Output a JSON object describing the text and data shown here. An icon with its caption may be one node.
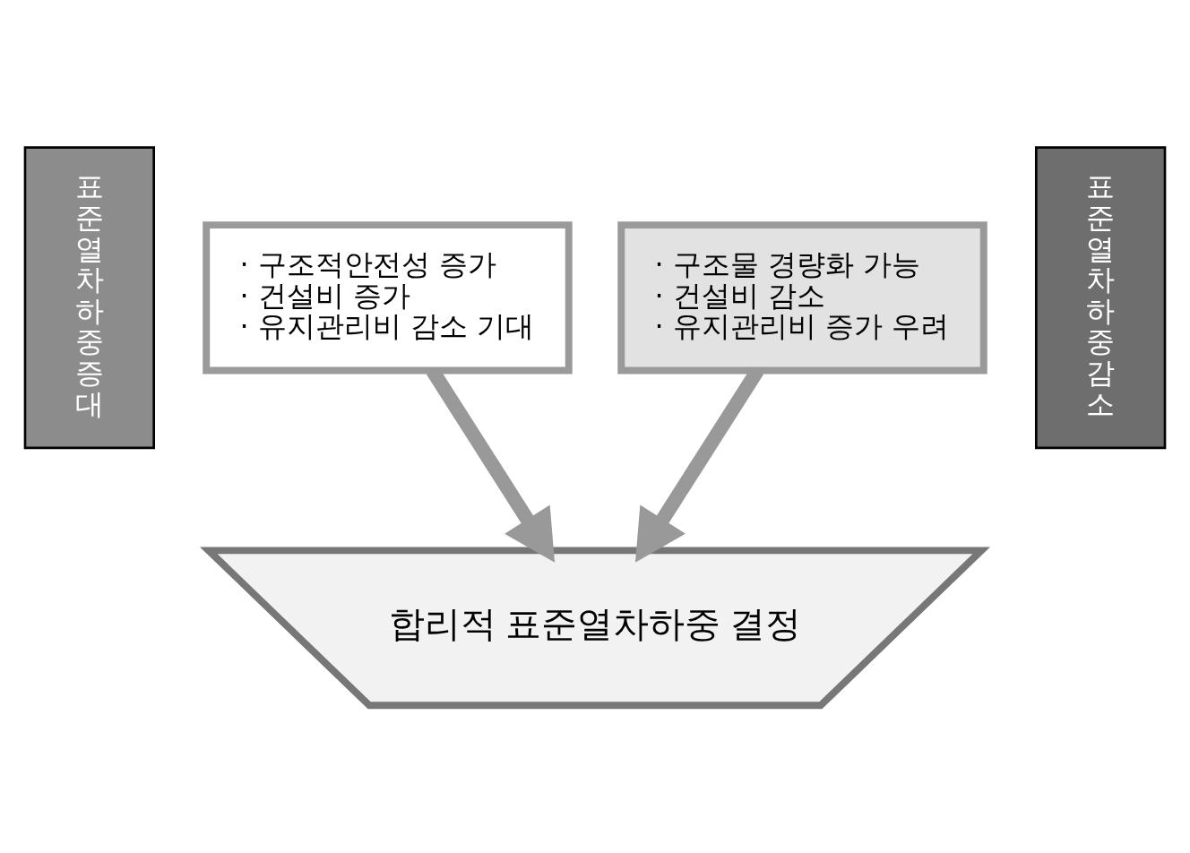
{
  "diagram": {
    "nodes": [
      {
        "text": [
          "표준열차하중증대"
        ]
      },
      {
        "text": [
          "· 구조적안전성 증가",
          "· 건설비 증가",
          "· 유지관리비 감소 기대"
        ]
      },
      {
        "text": [
          "· 구조물 경량화 가능",
          "· 건설비 감소",
          "· 유지관리비 증가 우려"
        ]
      },
      {
        "text": [
          "표준열차하중감소"
        ]
      },
      {
        "text": [
          "합리적 표준열차하중 결정"
        ]
      }
    ],
    "edges": [
      {
        "from": 1,
        "to": 4,
        "arrow": "to"
      },
      {
        "from": 2,
        "to": 4,
        "arrow": "to"
      }
    ]
  }
}
